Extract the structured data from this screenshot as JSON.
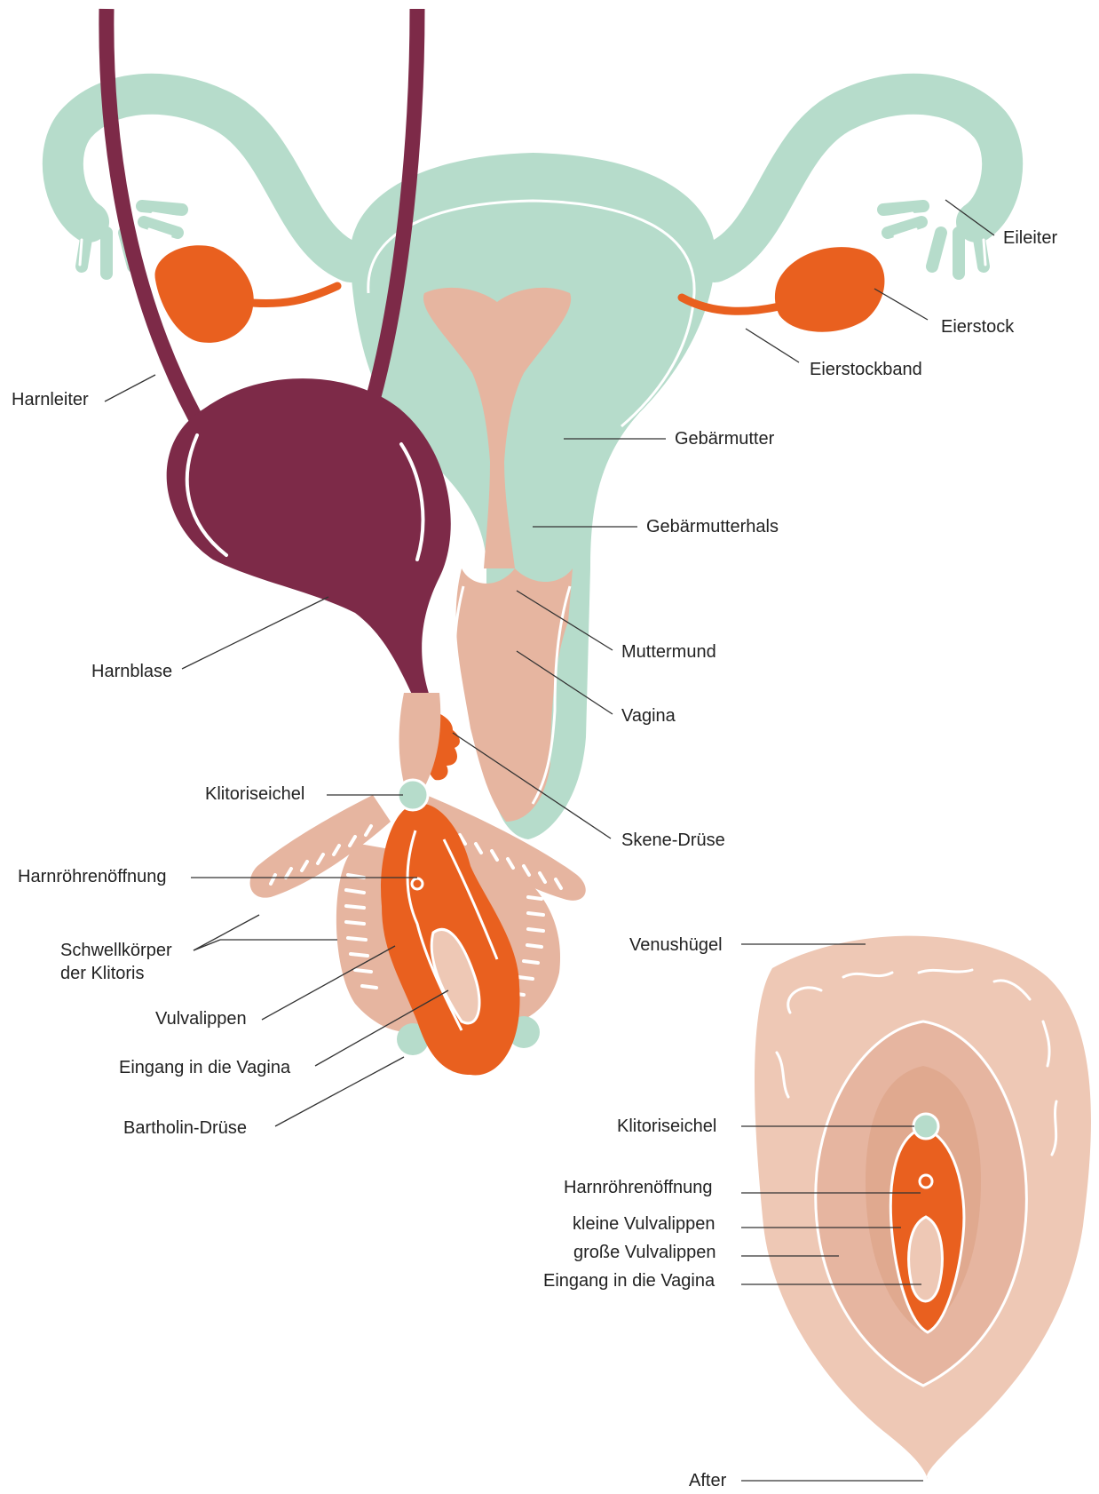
{
  "colors": {
    "uterus_mint": "#b6dccb",
    "bladder_maroon": "#7d2a48",
    "ovary_orange": "#e9601f",
    "tissue_pink": "#e6b5a0",
    "vulva_light": "#eec8b5",
    "vulva_mid": "#e0a98f",
    "outline_white": "#ffffff",
    "text": "#222222"
  },
  "labels": {
    "eileiter": "Eileiter",
    "eierstock": "Eierstock",
    "eierstockband": "Eierstockband",
    "harnleiter": "Harnleiter",
    "gebaermutter": "Gebärmutter",
    "gebaermutterhals": "Gebärmutterhals",
    "harnblase": "Harnblase",
    "muttermund": "Muttermund",
    "vagina": "Vagina",
    "skene": "Skene-Drüse",
    "klitoriseichel": "Klitoriseichel",
    "harnroehrenoeffnung": "Harnröhrenöffnung",
    "schwellkoerper_1": "Schwellkörper",
    "schwellkoerper_2": "der Klitoris",
    "vulvalippen": "Vulvalippen",
    "eingang": "Eingang in die Vagina",
    "bartholin": "Bartholin-Drüse",
    "venushuegel": "Venushügel",
    "klitoriseichel_2": "Klitoriseichel",
    "harnroehrenoeffnung_2": "Harnröhrenöffnung",
    "kleine_vulvalippen": "kleine Vulvalippen",
    "grosse_vulvalippen": "große Vulvalippen",
    "eingang_2": "Eingang in die Vagina",
    "after": "After"
  }
}
